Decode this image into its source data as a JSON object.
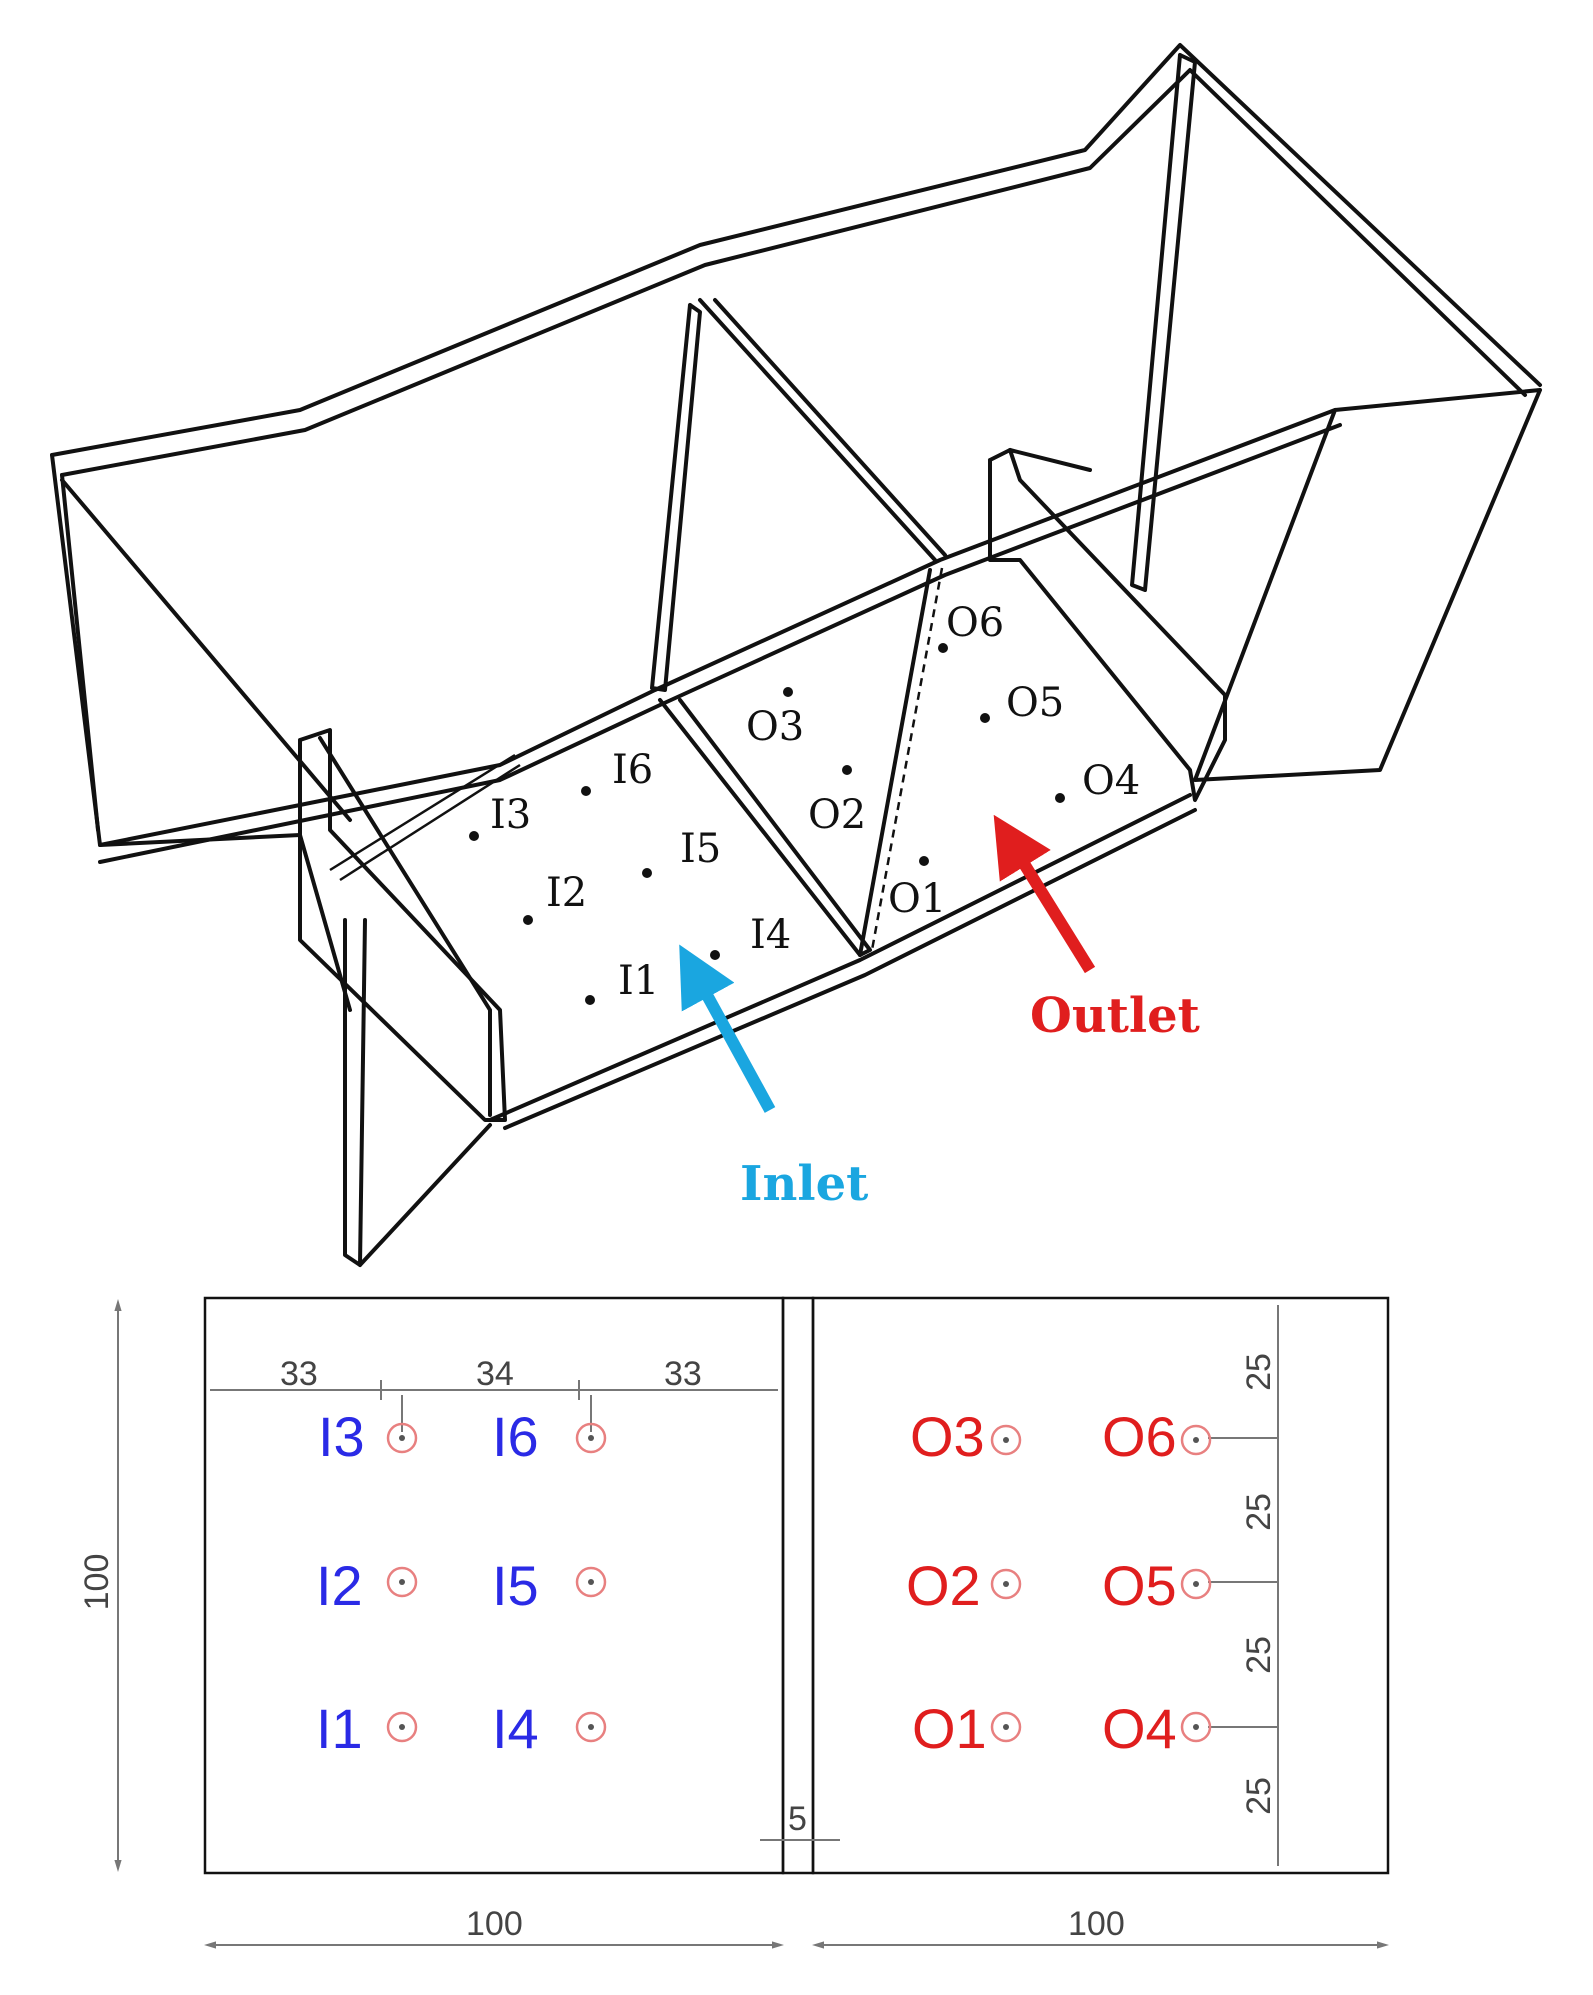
{
  "isometric": {
    "inlet_points": [
      "I1",
      "I2",
      "I3",
      "I4",
      "I5",
      "I6"
    ],
    "outlet_points": [
      "O1",
      "O2",
      "O3",
      "O4",
      "O5",
      "O6"
    ],
    "inlet_label": "Inlet",
    "outlet_label": "Outlet",
    "colors": {
      "inlet": "#1aa6e0",
      "outlet": "#e01e1e",
      "outline": "#111111"
    }
  },
  "plan": {
    "inlet_labels": [
      "I3",
      "I6",
      "I2",
      "I5",
      "I1",
      "I4"
    ],
    "outlet_labels": [
      "O3",
      "O6",
      "O2",
      "O5",
      "O1",
      "O4"
    ],
    "colors": {
      "inlet": "#2a2ae6",
      "outlet": "#e01e1e",
      "marker": "#e88080"
    },
    "dimensions": {
      "top_left": "33",
      "top_mid": "34",
      "top_right": "33",
      "height": "100",
      "width_left": "100",
      "width_right": "100",
      "gap": "5",
      "spacing_1": "25",
      "spacing_2": "25",
      "spacing_3": "25",
      "spacing_4": "25"
    }
  }
}
